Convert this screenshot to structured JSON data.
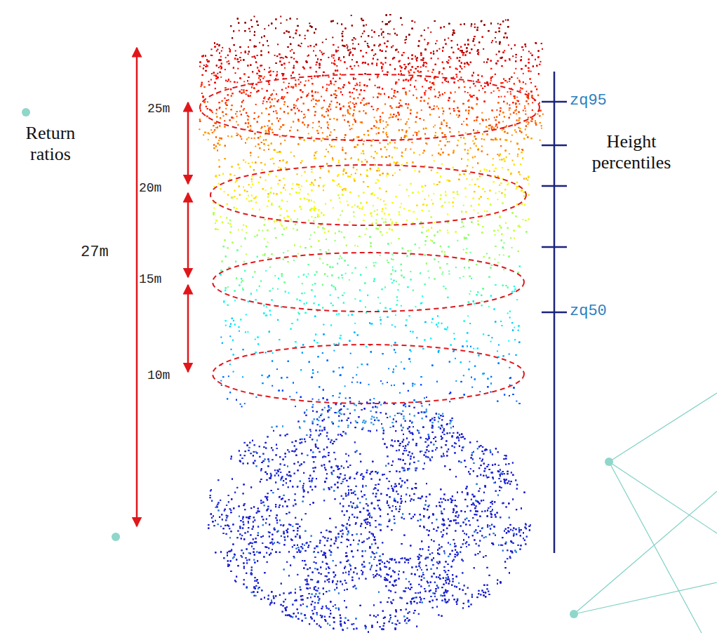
{
  "diagram": {
    "labels": [
      "Return ratios",
      "25m",
      "20m",
      "27m",
      "15m",
      "10m",
      "zq95",
      "Height percentiles",
      "zq50"
    ]
  }
}
